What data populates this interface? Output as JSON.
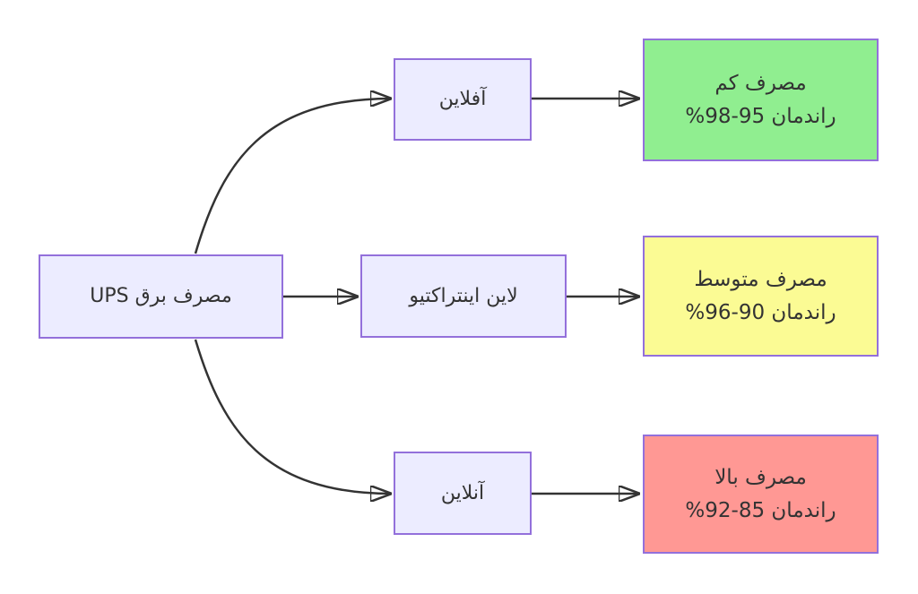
{
  "diagram": {
    "direction": "rtl",
    "root": {
      "label": "مصرف برق UPS"
    },
    "types": [
      {
        "id": "offline",
        "label": "آفلاین"
      },
      {
        "id": "line-interactive",
        "label": "لاین اینتراکتیو"
      },
      {
        "id": "online",
        "label": "آنلاین"
      }
    ],
    "results": [
      {
        "id": "low-consumption",
        "line1": "مصرف کم",
        "line2": "راندمان 95-98%",
        "fill": "#90EE90"
      },
      {
        "id": "medium-consumption",
        "line1": "مصرف متوسط",
        "line2": "راندمان 90-96%",
        "fill": "#FBFB94"
      },
      {
        "id": "high-consumption",
        "line1": "مصرف بالا",
        "line2": "راندمان 85-92%",
        "fill": "#FF9894"
      }
    ],
    "colors": {
      "node_fill": "#ECECFF",
      "node_border": "#9370DB",
      "edge": "#333333",
      "text": "#333333",
      "background": "#FFFFFF"
    }
  }
}
